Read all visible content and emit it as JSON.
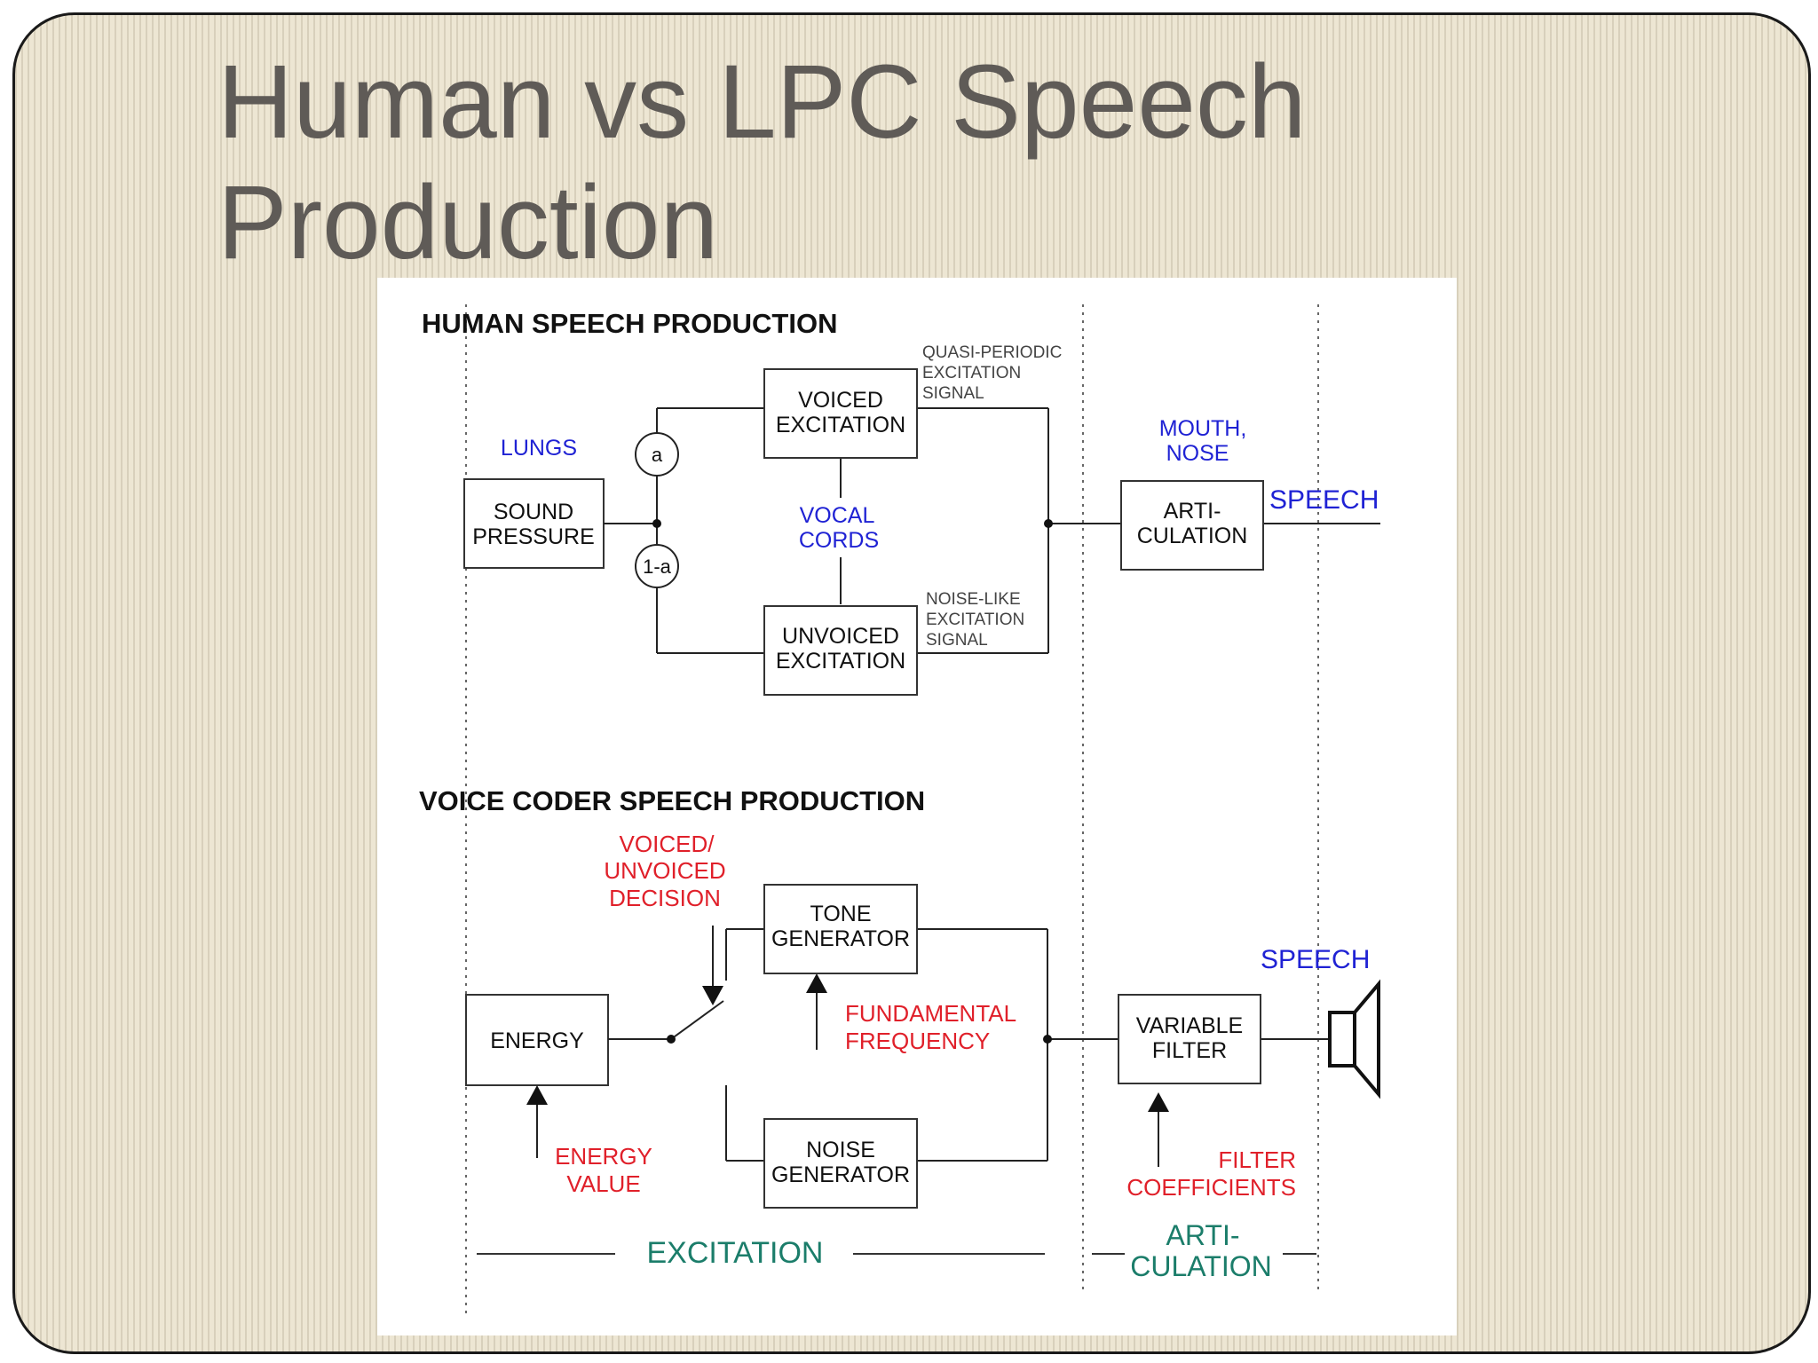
{
  "slide": {
    "title_line1": "Human vs LPC Speech",
    "title_line2": "Production"
  },
  "diagram": {
    "human_section": {
      "heading": "HUMAN SPEECH PRODUCTION",
      "sound_pressure_box": [
        "SOUND",
        "PRESSURE"
      ],
      "lungs_label": "LUNGS",
      "node_a": "a",
      "node_one_minus_a": "1-a",
      "voiced_box": [
        "VOICED",
        "EXCITATION"
      ],
      "unvoiced_box": [
        "UNVOICED",
        "EXCITATION"
      ],
      "vocal_cords_label": [
        "VOCAL",
        "CORDS"
      ],
      "quasi_periodic_note": [
        "QUASI-PERIODIC",
        "EXCITATION",
        "SIGNAL"
      ],
      "noise_like_note": [
        "NOISE-LIKE",
        "EXCITATION",
        "SIGNAL"
      ],
      "mouth_nose_label": [
        "MOUTH,",
        "NOSE"
      ],
      "articulation_box": [
        "ARTI-",
        "CULATION"
      ],
      "speech_label": "SPEECH"
    },
    "coder_section": {
      "heading": "VOICE CODER SPEECH PRODUCTION",
      "decision_label": [
        "VOICED/",
        "UNVOICED",
        "DECISION"
      ],
      "energy_box": "ENERGY",
      "energy_value_label": [
        "ENERGY",
        "VALUE"
      ],
      "tone_box": [
        "TONE",
        "GENERATOR"
      ],
      "noise_box": [
        "NOISE",
        "GENERATOR"
      ],
      "fundamental_label": [
        "FUNDAMENTAL",
        "FREQUENCY"
      ],
      "filter_box": [
        "VARIABLE",
        "FILTER"
      ],
      "filter_coeff_label": [
        "FILTER",
        "COEFFICIENTS"
      ],
      "speech_label": "SPEECH"
    },
    "footer": {
      "excitation_label": "EXCITATION",
      "articulation_label": [
        "ARTI-",
        "CULATION"
      ]
    },
    "colors": {
      "annotation_blue": "#1f22d4",
      "annotation_red": "#e0202a",
      "footer_teal": "#1b7d6a"
    }
  }
}
